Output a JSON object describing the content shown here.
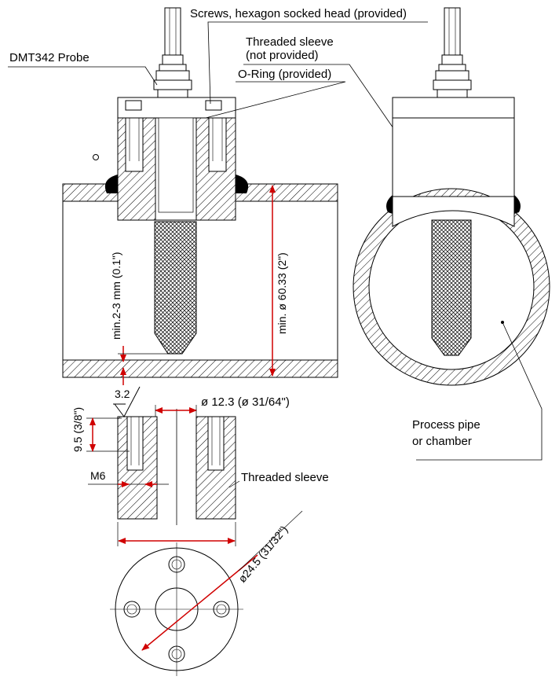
{
  "labels": {
    "probe": "DMT342 Probe",
    "screws": "Screws, hexagon socked head (provided)",
    "sleeve_line1": "Threaded sleeve",
    "sleeve_line2": "(not provided)",
    "oring": "O-Ring (provided)",
    "min_gap": "min.2-3 mm (0.1\")",
    "min_diameter": "min. ø 60.33 (2\")",
    "surface_finish": "3.2",
    "bore_diameter": "ø 12.3 (ø 31/64\")",
    "thread_depth": "9.5 (3/8\")",
    "thread_size": "M6",
    "threaded_sleeve": "Threaded sleeve",
    "outer_diameter": "ø24.5 (31/32\")",
    "process_line1": "Process pipe",
    "process_line2": "or chamber"
  },
  "colors": {
    "line": "#000000",
    "dimension": "#d00000",
    "seal": "#000000"
  }
}
